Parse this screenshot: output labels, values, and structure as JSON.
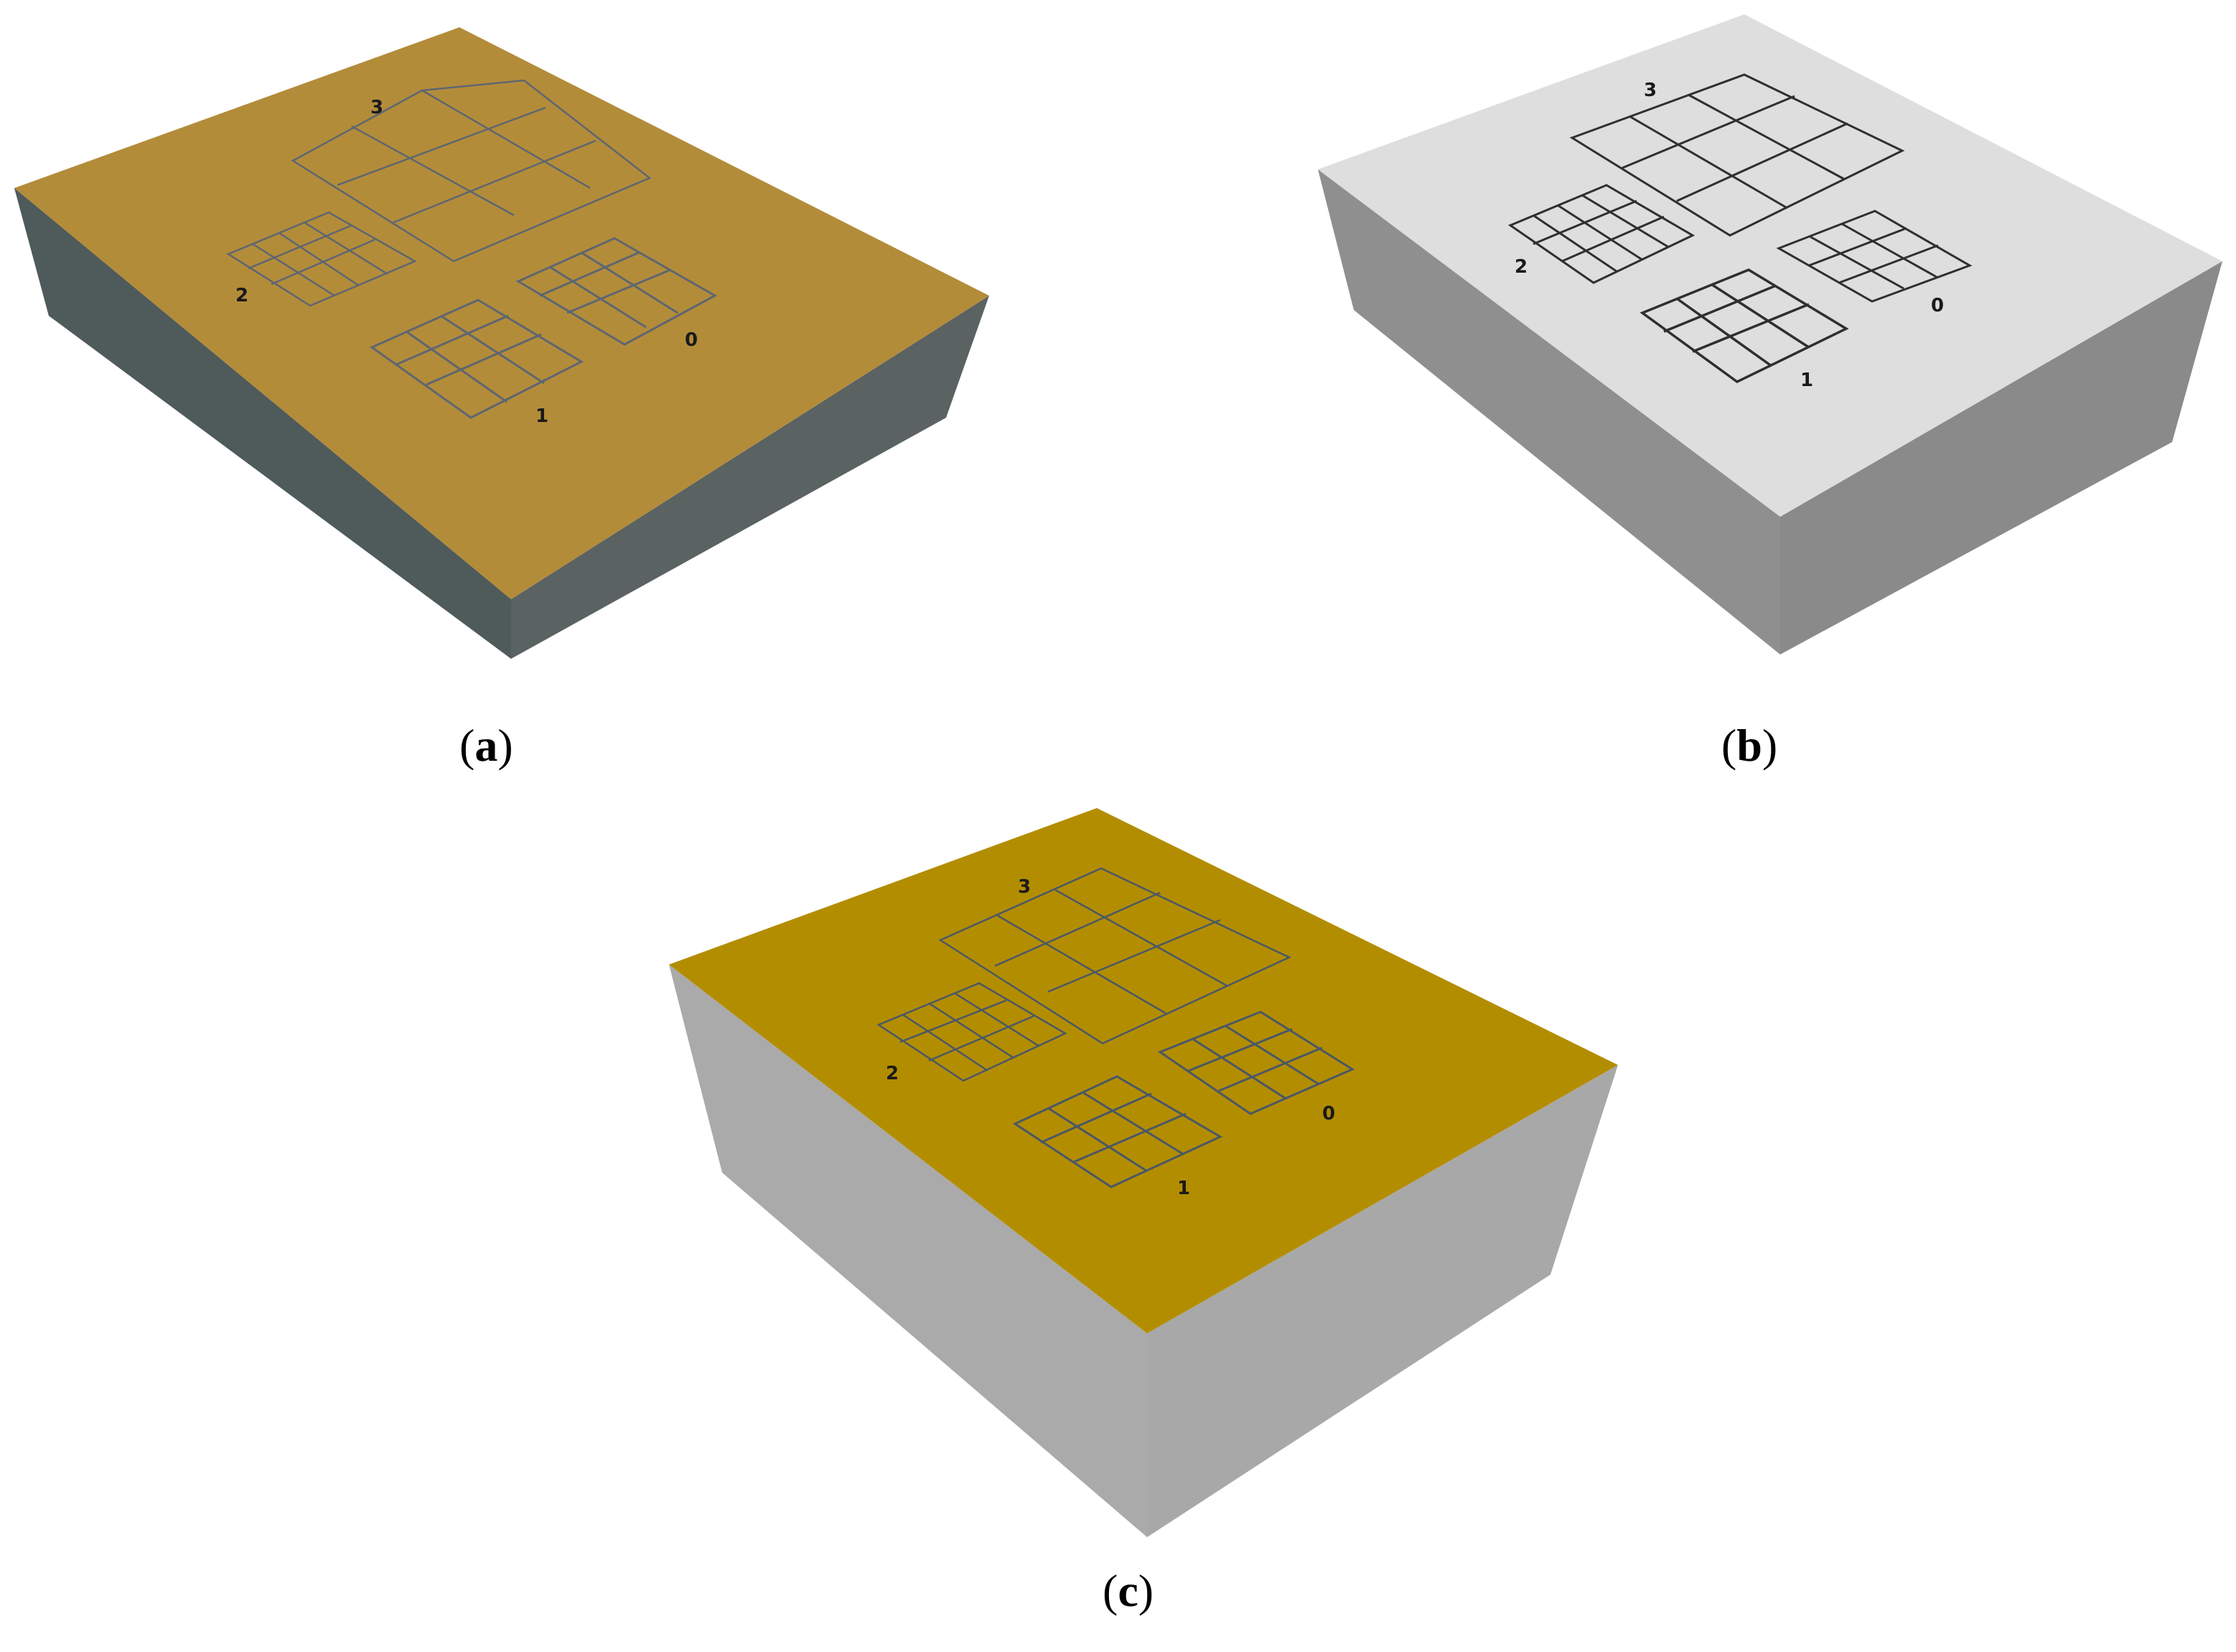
{
  "panels": [
    {
      "id": "a",
      "letter": "a",
      "top_color": "#b38c3a",
      "side_left_color": "#4f5a5a",
      "side_right_color": "#5a6262",
      "grid_line_color": "#5e6670",
      "labels": {
        "g3": "3",
        "g2": "2",
        "g1": "1",
        "g0": "0"
      }
    },
    {
      "id": "b",
      "letter": "b",
      "top_color": "#dedede",
      "side_left_color": "#8f8f8f",
      "side_right_color": "#8a8a8a",
      "grid_line_color": "#2f2f2f",
      "labels": {
        "g3": "3",
        "g2": "2",
        "g1": "1",
        "g0": "0"
      }
    },
    {
      "id": "c",
      "letter": "c",
      "top_color": "#b38d00",
      "side_left_color": "#aaaaaa",
      "side_right_color": "#a8a8a8",
      "grid_line_color": "#4a5866",
      "labels": {
        "g3": "3",
        "g2": "2",
        "g1": "1",
        "g0": "0"
      }
    }
  ]
}
